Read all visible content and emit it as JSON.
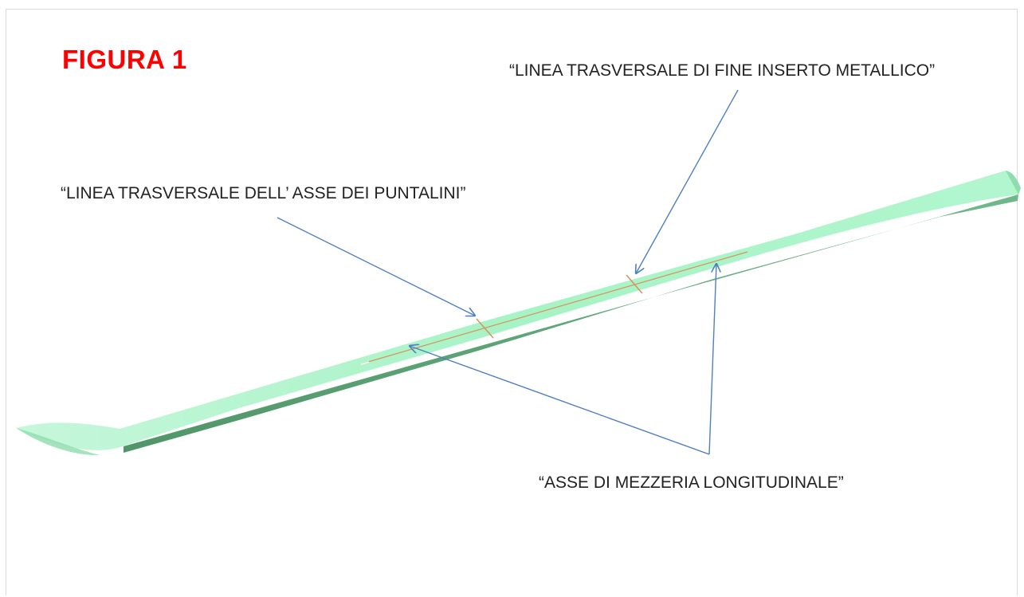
{
  "figure": {
    "title": "FIGURA 1",
    "title_color": "#ff0000"
  },
  "labels": {
    "insert_line": "“LINEA TRASVERSALE DI FINE INSERTO METALLICO”",
    "binding_toe_line": "“LINEA TRASVERSALE DELL’ ASSE DEI PUNTALINI”",
    "centerline": "“ASSE DI MEZZERIA LONGITUDINALE”"
  },
  "colors": {
    "ski_top": "#a8f5c8",
    "ski_side": "#5fa77c",
    "arrow": "#4f7fc0",
    "marker_line": "#d9925a"
  }
}
